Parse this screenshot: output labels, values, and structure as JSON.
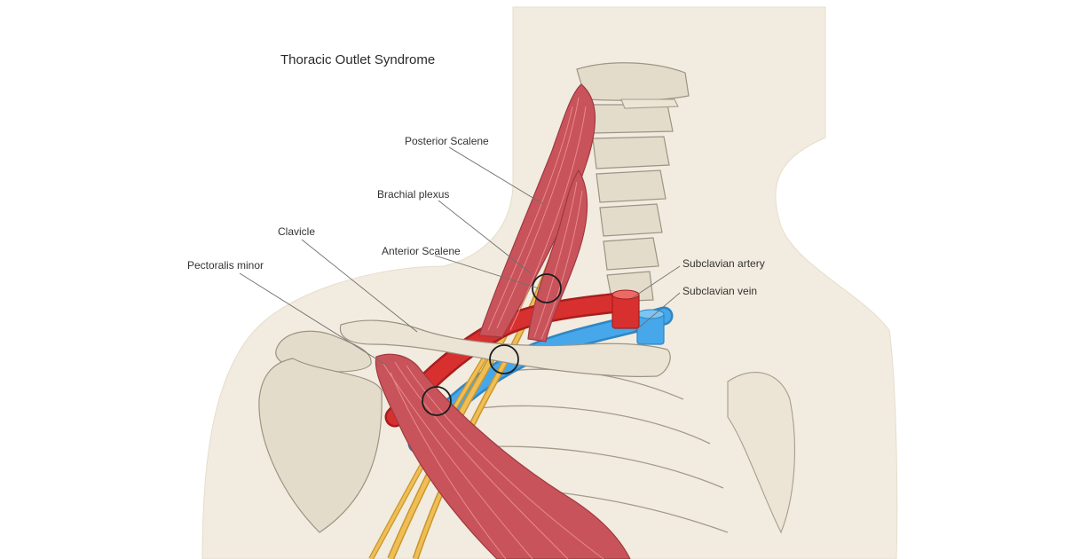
{
  "title": "Thoracic Outlet Syndrome",
  "labels": {
    "posterior_scalene": "Posterior Scalene",
    "brachial_plexus": "Brachial plexus",
    "clavicle": "Clavicle",
    "anterior_scalene": "Anterior Scalene",
    "pectoralis_minor": "Pectoralis minor",
    "subclavian_artery": "Subclavian artery",
    "subclavian_vein": "Subclavian vein"
  },
  "colors": {
    "skin": "#f2ebdf",
    "bone": "#e4dccb",
    "muscle": "#c9535a",
    "muscle_dark": "#9e3a40",
    "artery": "#d42a2a",
    "vein": "#3ea2e6",
    "nerve": "#e9b54a"
  }
}
